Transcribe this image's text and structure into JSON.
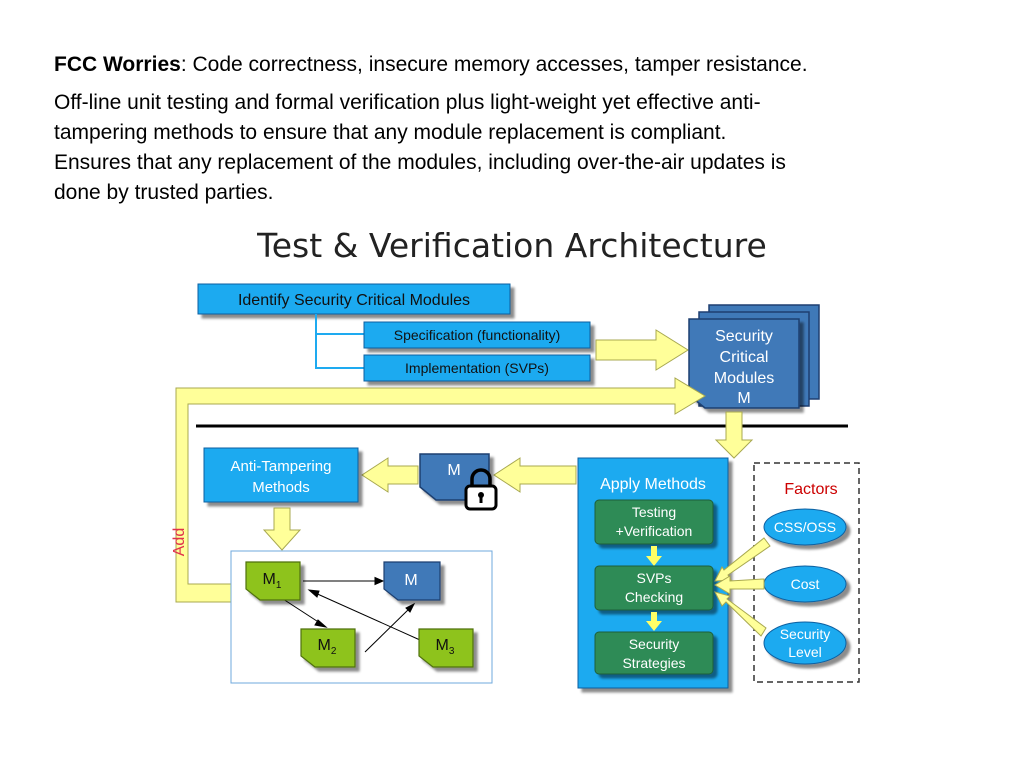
{
  "intro": {
    "fcc_label": "FCC Worries",
    "fcc_text": ": Code correctness, insecure memory accesses, tamper resistance.",
    "line1": "Off-line unit testing  and formal verification plus light-weight yet effective anti-",
    "line2": "tampering methods to ensure that any module replacement is compliant.",
    "line3": "Ensures that any replacement of the modules, including over-the-air updates is",
    "line4": "done by trusted parties."
  },
  "diagram": {
    "title": "Test & Verification Architecture",
    "identify": "Identify Security Critical Modules",
    "specification": "Specification (functionality)",
    "implementation": "Implementation (SVPs)",
    "scm_line1": "Security",
    "scm_line2": "Critical",
    "scm_line3": "Modules",
    "scm_line4": "M",
    "anti_line1": "Anti-Tampering",
    "anti_line2": "Methods",
    "locked_m": "M",
    "add_label": "Add",
    "apply_methods": "Apply Methods",
    "testing_line1": "Testing",
    "testing_line2": "+Verification",
    "svps_line1": "SVPs",
    "svps_line2": "Checking",
    "strat_line1": "Security",
    "strat_line2": "Strategies",
    "factors_title": "Factors",
    "css_oss": "CSS/OSS",
    "cost": "Cost",
    "level_line1": "Security",
    "level_line2": "Level",
    "m": "M",
    "m_sub_1": "1",
    "m_sub_2": "2",
    "m_sub_3": "3",
    "m_right": "M"
  },
  "colors": {
    "light_blue": "#1eaaf0",
    "steel_blue": "#3f79b8",
    "green_box": "#2e8b57",
    "lime": "#8ec31f",
    "yellow_arrow": "#ffff99",
    "factors_red": "#cc0000",
    "add_red": "#e0324b"
  }
}
